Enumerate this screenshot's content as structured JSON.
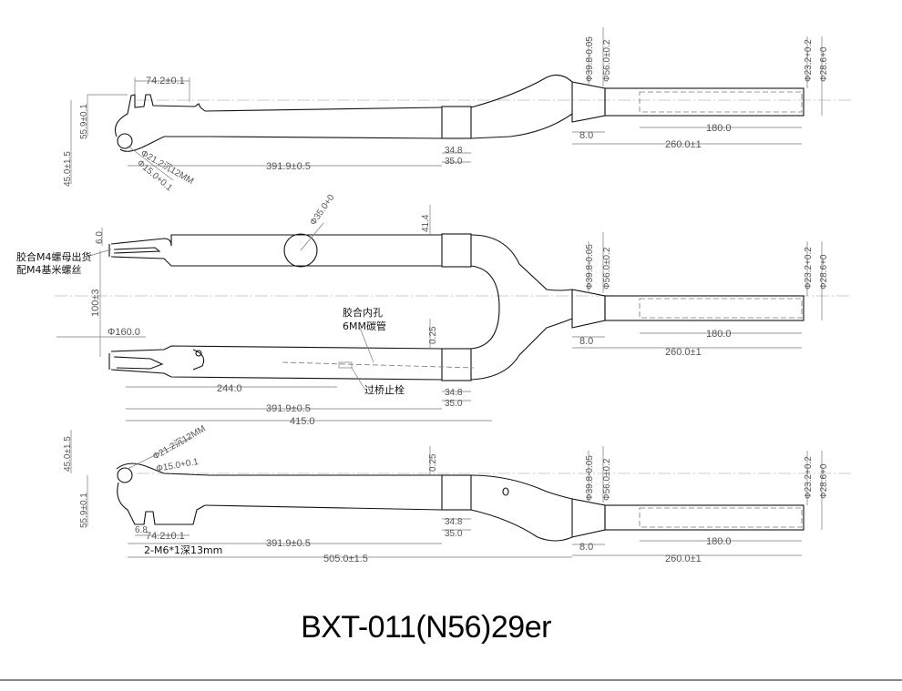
{
  "title": "BXT-011(N56)29er",
  "top_view": {
    "d_74_2": "74.2±0.1",
    "d_55_9": "55.9±0.1",
    "d_45_0": "45.0±1.5",
    "d_21_2": "Ф21.2沉12MM",
    "d_15_0": "Ф15.0+0.1",
    "d_391_9": "391.9±0.5",
    "d_34_8": "34.8",
    "d_35_0": "35.0",
    "d_39_8": "Ф39.8-0.05",
    "d_56_0": "Ф56.0±0.2",
    "d_8_0": "8.0",
    "d_180_0": "180.0",
    "d_260_0": "260.0±1",
    "d_23_2": "Ф23.2+0.2",
    "d_28_6": "Ф28.6+0"
  },
  "front_view": {
    "note_m4_line1": "胶合M4螺母出货",
    "note_m4_line2": "配M4基米螺丝",
    "d_6_0": "6.0",
    "d_100": "100±3",
    "d_35_0_circle": "Ф35.0+0",
    "d_41_4": "41.4",
    "note_glue_hole": "胶合内孔",
    "note_6mm_tube": "6MM碳管",
    "d_160_0": "Ф160.0",
    "d_0_25": "0.25",
    "d_244_0": "244.0",
    "note_bridge": "过桥止栓",
    "d_34_8": "34.8",
    "d_35_0": "35.0",
    "d_391_9": "391.9±0.5",
    "d_415_0": "415.0",
    "d_39_8": "Ф39.8-0.05",
    "d_56_0": "Ф56.0±0.2",
    "d_8_0": "8.0",
    "d_180_0": "180.0",
    "d_260_0": "260.0±1",
    "d_23_2": "Ф23.2+0.2",
    "d_28_6": "Ф28.6+0"
  },
  "bottom_view": {
    "d_45_0": "45.0±1.5",
    "d_21_2": "Ф21.2沉12MM",
    "d_15_0": "Ф15.0+0.1",
    "d_0_25": "0.25",
    "d_55_9": "55.9±0.1",
    "d_6_8": "6.8",
    "d_74_2": "74.2±0.1",
    "note_m6": "2-M6*1深13mm",
    "d_391_9": "391.9±0.5",
    "d_505_0": "505.0±1.5",
    "d_34_8": "34.8",
    "d_35_0": "35.0",
    "d_39_8": "Ф39.8-0.05",
    "d_56_0": "Ф56.0±0.2",
    "d_8_0": "8.0",
    "d_180_0": "180.0",
    "d_260_0": "260.0±1",
    "d_23_2": "Ф23.2+0.2",
    "d_28_6": "Ф28.6+0"
  }
}
